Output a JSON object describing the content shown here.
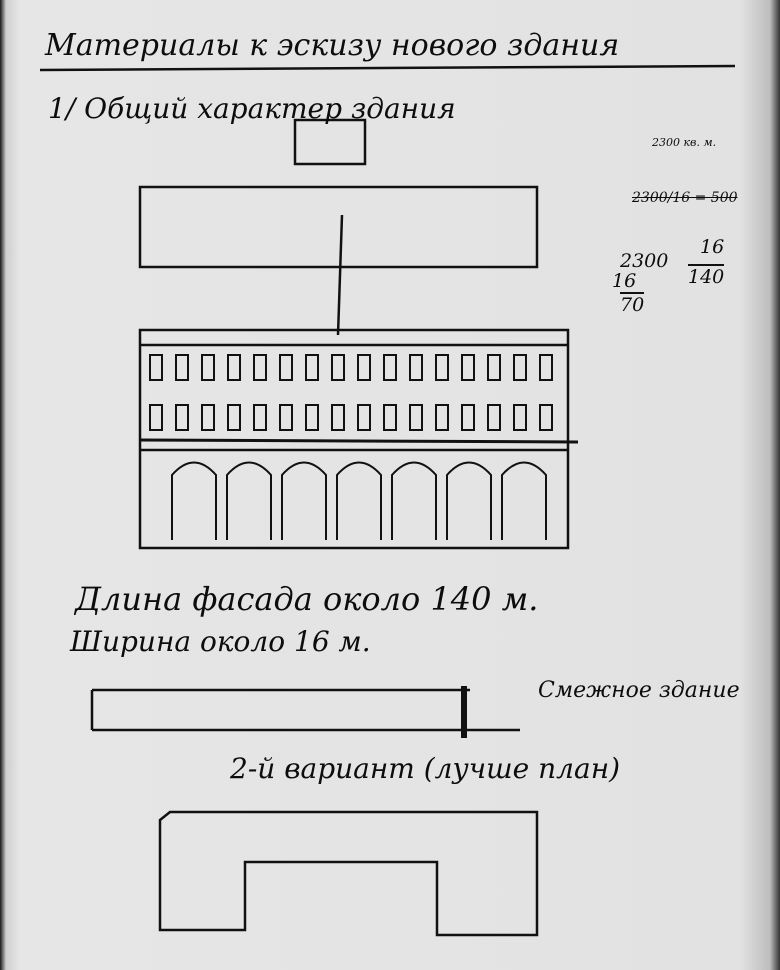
{
  "title": "Материалы к эскизу нового здания",
  "section_1": "1/ Общий характер здания",
  "margin_notes": {
    "area": "2300 кв. м.",
    "crossed_out": "2300/16 = 500",
    "calc_numerator": "2300",
    "calc_divisor": "16",
    "calc_divisor_result": "140",
    "calc_left_16": "16",
    "calc_left_70": "70"
  },
  "facade_length": "Длина фасада около 140 м.",
  "width": "Ширина около 16 м.",
  "adjacent_label": "Смежное здание",
  "variant_2": "2-й вариант (лучше план)"
}
